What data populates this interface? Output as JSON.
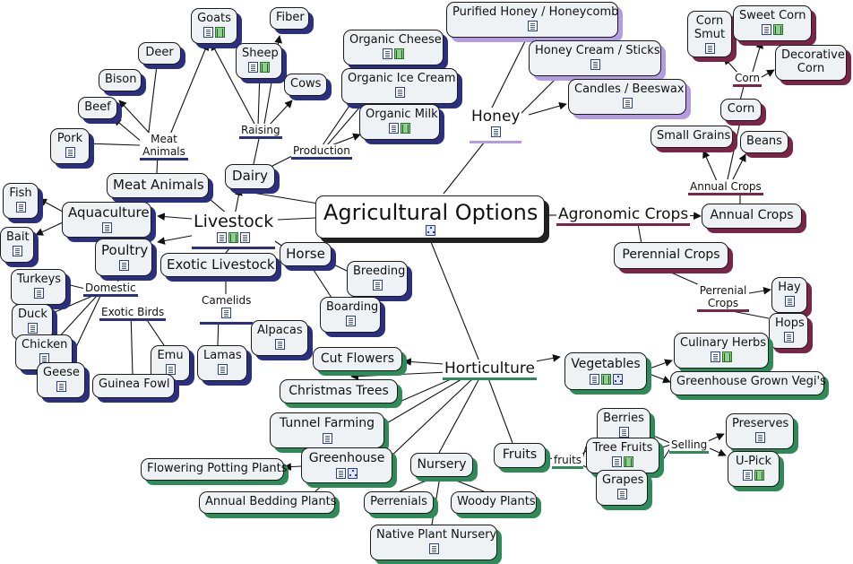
{
  "title": "Agricultural Options",
  "colors": {
    "livestock": "#2b2f80",
    "horticulture": "#2e8b57",
    "agronomic": "#7a2448",
    "honey": "#b49be2",
    "line": "#111111"
  },
  "icon_names": {
    "doc": "resource-document-icon",
    "film": "resource-video-icon",
    "map": "submap-icon"
  },
  "labels": {
    "root": "Agricultural Options",
    "livestock": "Livestock",
    "horticulture": "Horticulture",
    "agronomic": "Agronomic Crops",
    "honey": "Honey",
    "meat_animals_link": "Meat Animals",
    "raising": "Raising",
    "production": "Production",
    "domestic": "Domestic",
    "exotic_birds": "Exotic Birds",
    "camelids": "Camelids",
    "corn_link": "Corn",
    "annual_crops_link": "Annual Crops",
    "perrenial_crops_link": "Perrenial Crops",
    "selling": "Selling",
    "fruits_link": "fruits"
  },
  "nodes": {
    "goats": "Goats",
    "fiber": "Fiber",
    "deer": "Deer",
    "sheep": "Sheep",
    "bison": "Bison",
    "cows": "Cows",
    "beef": "Beef",
    "pork": "Pork",
    "dairy": "Dairy",
    "meat_animals": "Meat Animals",
    "fish": "Fish",
    "aquaculture": "Aquaculture",
    "bait": "Bait",
    "poultry": "Poultry",
    "exotic_livestock": "Exotic Livestock",
    "horse": "Horse",
    "breeding": "Breeding",
    "boarding": "Boarding",
    "turkeys": "Turkeys",
    "duck": "Duck",
    "chicken": "Chicken",
    "geese": "Geese",
    "emu": "Emu",
    "guinea_fowl": "Guinea Fowl",
    "lamas": "Lamas",
    "alpacas": "Alpacas",
    "organic_cheese": "Organic Cheese",
    "organic_ice_cream": "Organic Ice Cream",
    "organic_milk": "Organic Milk",
    "purified_honey": "Purified Honey / Honeycomb",
    "honey_cream": "Honey Cream / Sticks",
    "candles": "Candles / Beeswax",
    "corn_smut": "Corn Smut",
    "sweet_corn": "Sweet Corn",
    "decorative_corn": "Decorative Corn",
    "corn": "Corn",
    "small_grains": "Small Grains",
    "beans": "Beans",
    "annual_crops": "Annual Crops",
    "perennial_crops": "Perennial Crops",
    "hay": "Hay",
    "hops": "Hops",
    "cut_flowers": "Cut Flowers",
    "christmas_trees": "Christmas Trees",
    "tunnel_farming": "Tunnel Farming",
    "greenhouse": "Greenhouse",
    "flowering_potting": "Flowering Potting Plants",
    "annual_bedding": "Annual Bedding Plants",
    "nursery": "Nursery",
    "perrenials": "Perrenials",
    "woody_plants": "Woody Plants",
    "native_plant": "Native Plant Nursery",
    "fruits": "Fruits",
    "berries": "Berries",
    "tree_fruits": "Tree Fruits",
    "grapes": "Grapes",
    "preserves": "Preserves",
    "u_pick": "U-Pick",
    "vegetables": "Vegetables",
    "culinary_herbs": "Culinary Herbs",
    "greenhouse_vegi": "Greenhouse Grown Vegi's"
  }
}
